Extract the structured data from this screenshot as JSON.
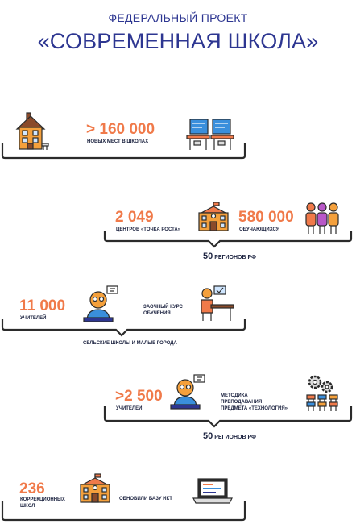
{
  "header": {
    "subtitle": "ФЕДЕРАЛЬНЫЙ ПРОЕКТ",
    "title": "«СОВРЕМЕННАЯ ШКОЛА»"
  },
  "blocks": [
    {
      "number": "> 160 000",
      "caption": "НОВЫХ МЕСТ В ШКОЛАХ"
    },
    {
      "number_left": "2 049",
      "caption_left": "ЦЕНТРОВ «ТОЧКА РОСТА»",
      "number_right": "580 000",
      "caption_right": "ОБУЧАЮЩИХСЯ",
      "regions_num": "50",
      "regions_text": "РЕГИОНОВ РФ"
    },
    {
      "number": "11 000",
      "caption": "УЧИТЕЛЕЙ",
      "course_line1": "ЗАОЧНЫЙ КУРС",
      "course_line2": "ОБУЧЕНИЯ",
      "bottom_text": "СЕЛЬСКИЕ ШКОЛЫ И МАЛЫЕ ГОРОДА"
    },
    {
      "number": ">2 500",
      "caption": "УЧИТЕЛЕЙ",
      "method_line1": "МЕТОДИКА",
      "method_line2": "ПРЕПОДАВАНИЯ",
      "method_line3": "ПРЕДМЕТА «ТЕХНОЛОГИЯ»",
      "regions_num": "50",
      "regions_text": "РЕГИОНОВ РФ"
    },
    {
      "number": "236",
      "caption_line1": "КОРРЕКЦИОННЫХ",
      "caption_line2": "ШКОЛ",
      "update_text": "ОБНОВИЛИ БАЗУ ИКТ"
    }
  ],
  "colors": {
    "accent": "#f07a4a",
    "title": "#2d3691",
    "text": "#1c2340",
    "line": "#2b2b2b"
  },
  "icons": [
    "house-icon",
    "classroom-desks-icon",
    "school-building-icon",
    "students-group-icon",
    "teacher-icon",
    "student-at-desk-icon",
    "gears-classroom-icon",
    "laptop-icon"
  ]
}
